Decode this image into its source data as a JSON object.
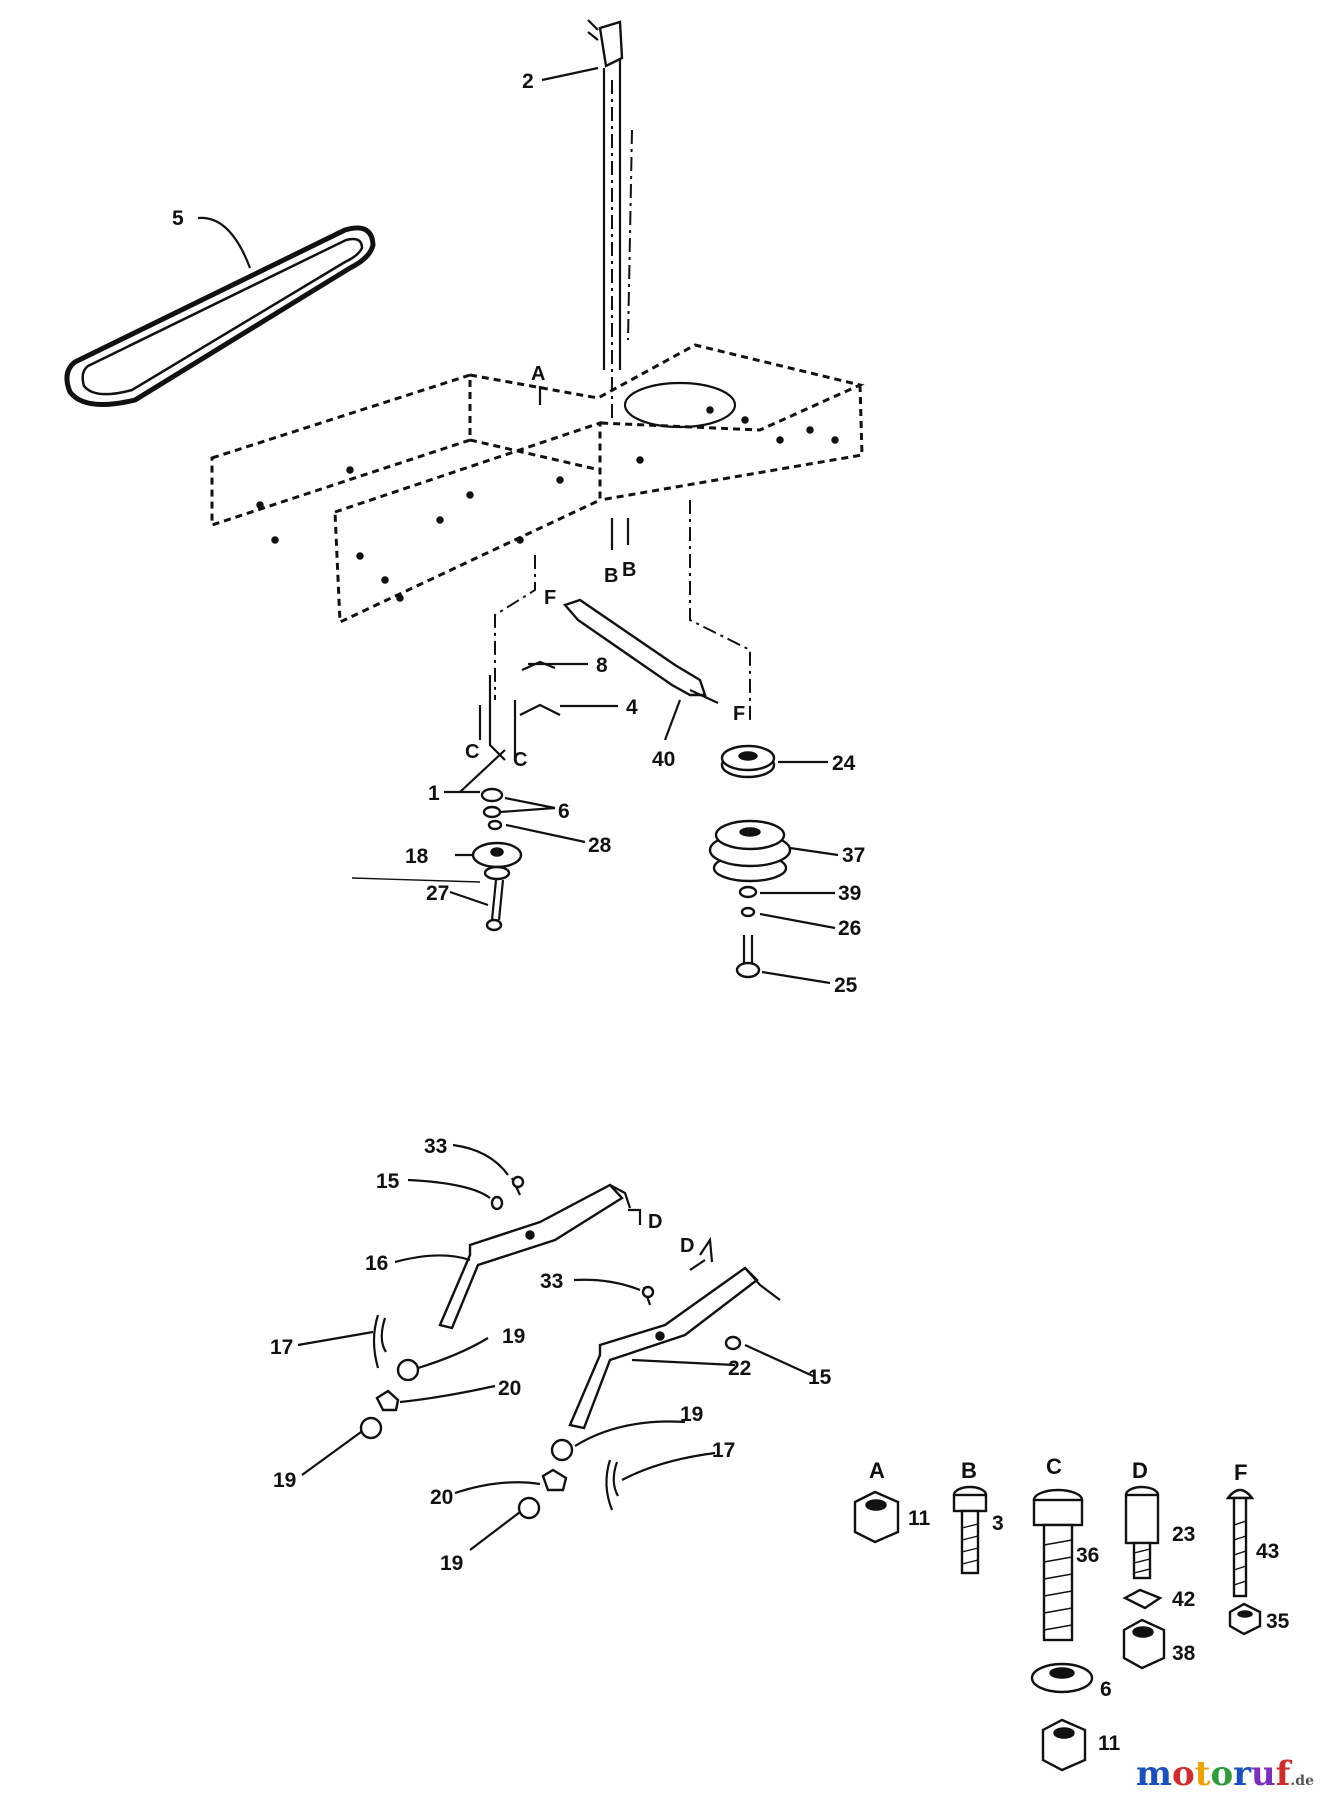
{
  "callouts": {
    "c2": "2",
    "c5": "5",
    "c8": "8",
    "c4": "4",
    "c40": "40",
    "c24": "24",
    "c1": "1",
    "c6a": "6",
    "c28": "28",
    "c18": "18",
    "c27": "27",
    "c37": "37",
    "c39": "39",
    "c26": "26",
    "c25": "25",
    "c33a": "33",
    "c15a": "15",
    "c16": "16",
    "c33b": "33",
    "c17a": "17",
    "c19a": "19",
    "c22": "22",
    "c15b": "15",
    "c20a": "20",
    "c19b": "19",
    "c19c": "19",
    "c17b": "17",
    "c20b": "20",
    "c19d": "19"
  },
  "letters": {
    "a_top": "A",
    "b1": "B",
    "b2": "B",
    "f1": "F",
    "f2": "F",
    "c1": "C",
    "c2": "C",
    "d1": "D",
    "d2": "D"
  },
  "hardware": {
    "headers": [
      "A",
      "B",
      "C",
      "D",
      "F"
    ],
    "items": {
      "h11a": "11",
      "h3": "3",
      "h36": "36",
      "h23": "23",
      "h43": "43",
      "h42": "42",
      "h35": "35",
      "h38": "38",
      "h6": "6",
      "h11b": "11"
    }
  },
  "watermark": {
    "brand": "motoruf",
    "tld": ".de",
    "colors": [
      "#1a4fbf",
      "#d22b2b",
      "#f0a000",
      "#2e9e3a",
      "#1a4fbf",
      "#7a2fbf",
      "#d22b2b"
    ]
  }
}
